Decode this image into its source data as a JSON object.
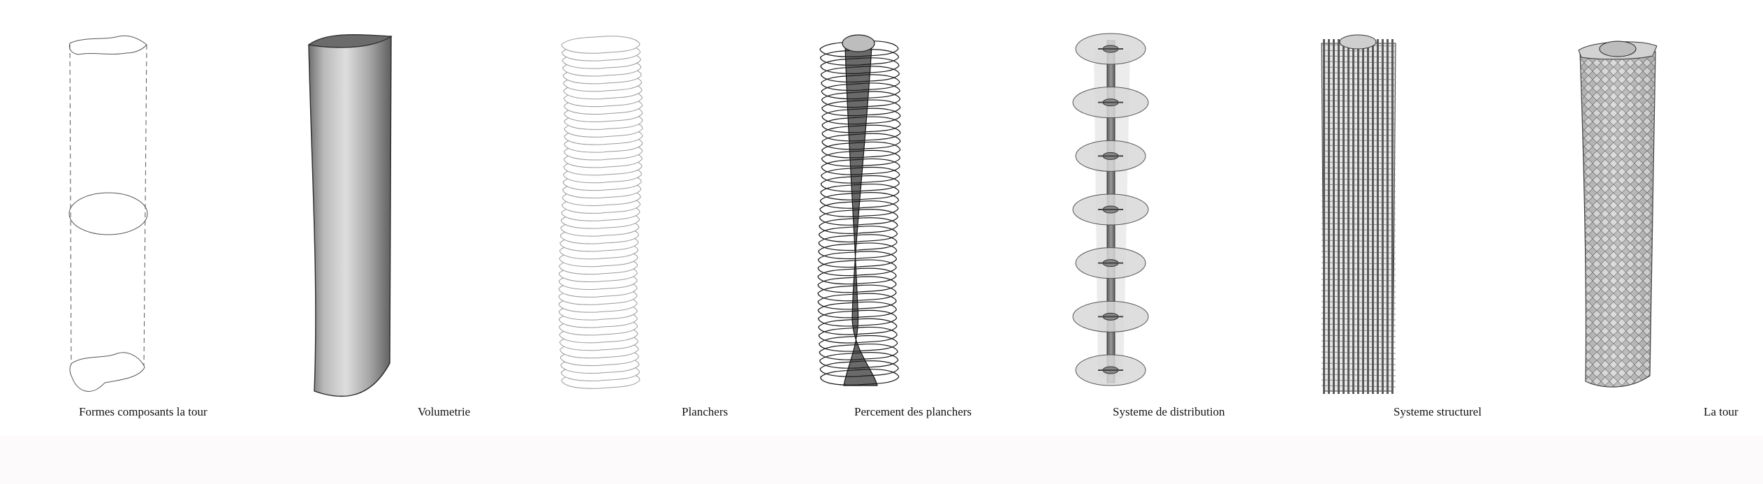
{
  "diagram": {
    "stages": [
      {
        "id": "formes",
        "caption": "Formes composants la tour",
        "floors": 0
      },
      {
        "id": "volumetrie",
        "caption": "Volumetrie",
        "floors": 0
      },
      {
        "id": "planchers",
        "caption": "Planchers",
        "floors": 45
      },
      {
        "id": "percement",
        "caption": "Percement des planchers",
        "floors": 40
      },
      {
        "id": "distribution",
        "caption": "Systeme de distribution",
        "floors": 7
      },
      {
        "id": "structurel",
        "caption": "Systeme structurel",
        "floors": 0
      },
      {
        "id": "tour",
        "caption": "La tour",
        "floors": 0
      }
    ]
  }
}
